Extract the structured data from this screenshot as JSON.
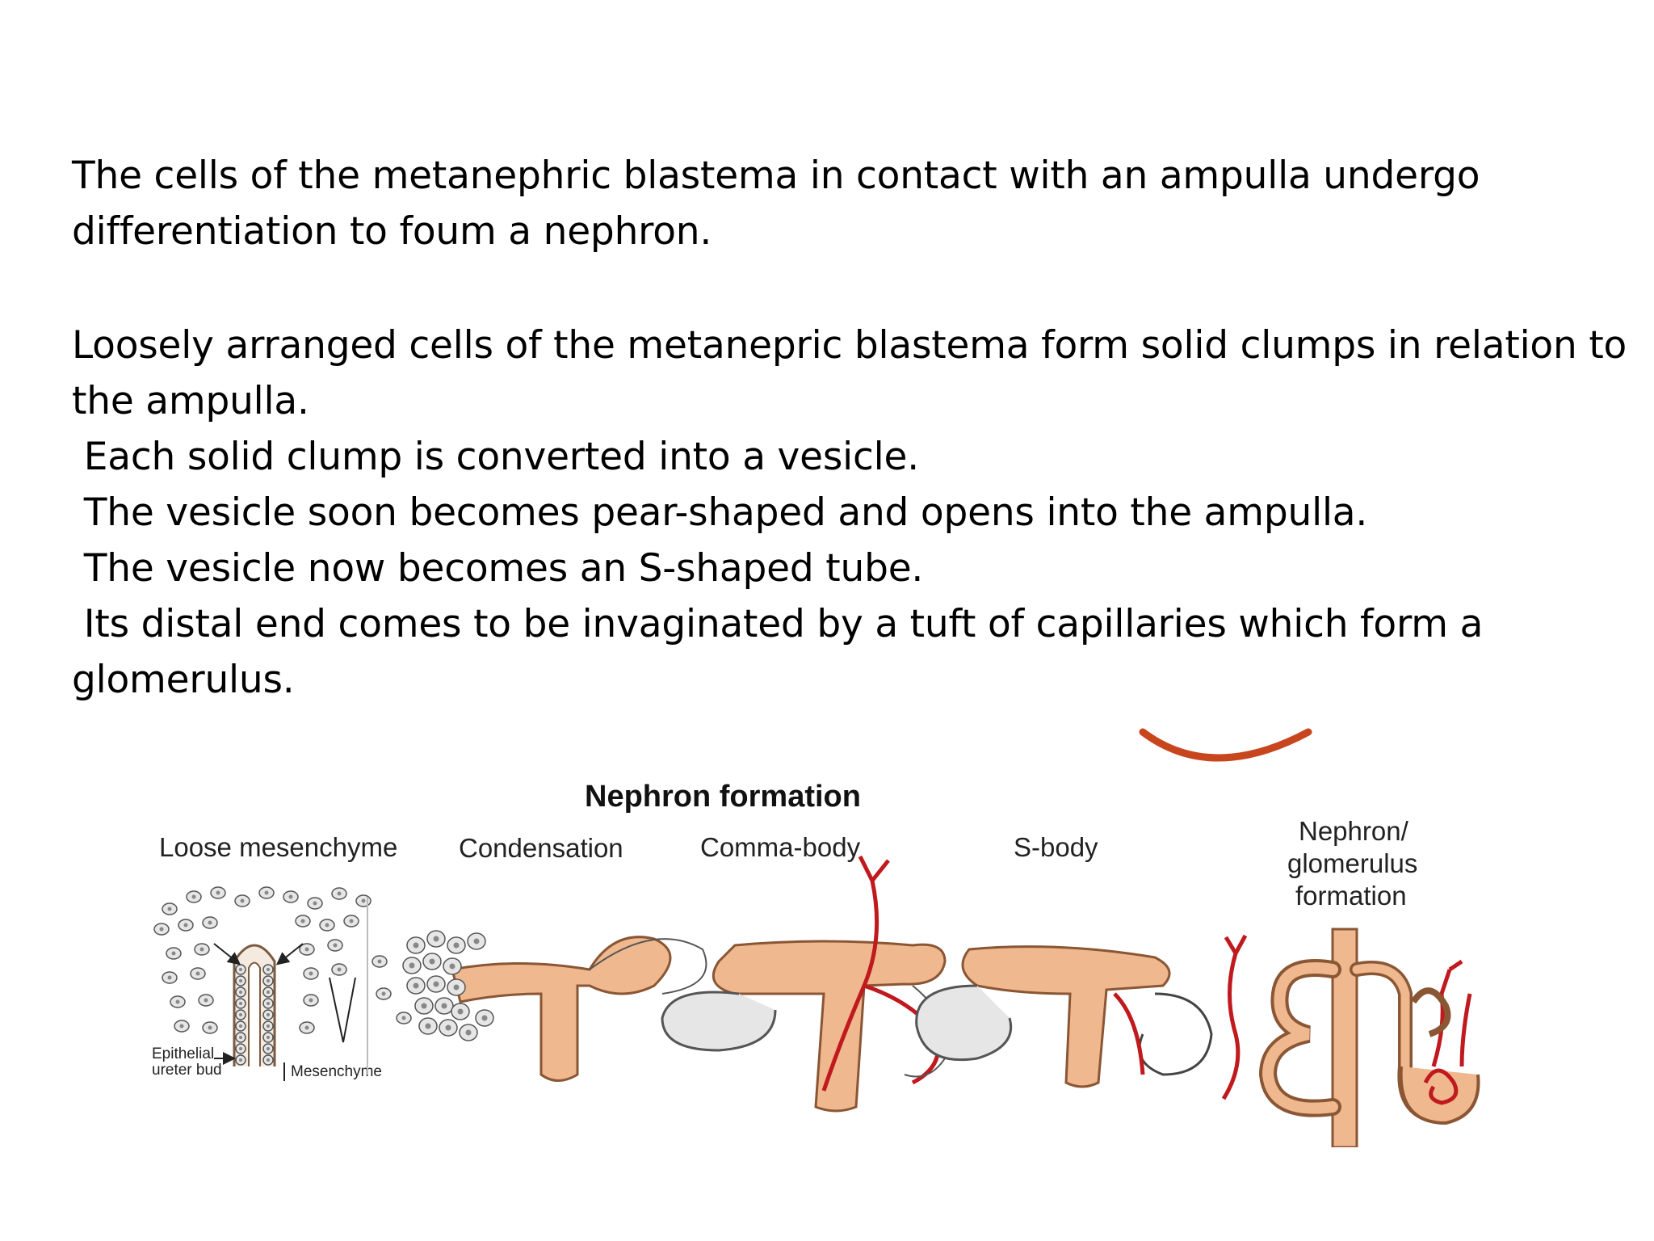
{
  "text": {
    "para1": "The cells of the metanephric blastema in contact with an ampulla undergo\ndifferentiation to foum a nephron.",
    "para2": "Loosely arranged cells of the metanepric blastema form solid clumps in relation to\nthe ampulla.\n Each solid clump is converted into a vesicle.\n The vesicle soon becomes pear-shaped and opens into the ampulla.\n The vesicle now becomes an S-shaped tube.\n Its distal end comes to be invaginated by a tuft of capillaries which form a\nglomerulus."
  },
  "figure": {
    "title": "Nephron formation",
    "stages": {
      "loose": "Loose mesenchyme",
      "condensation": "Condensation",
      "comma": "Comma-body",
      "sbody": "S-body",
      "nephron_1": "Nephron/",
      "nephron_2": "glomerulus",
      "nephron_3": "formation"
    },
    "labels": {
      "epithelial_1": "Epithelial",
      "epithelial_2": "ureter bud",
      "mesenchyme": "Mesenchyme"
    },
    "colors": {
      "tube_fill": "#efb88f",
      "tube_stroke": "#8a5634",
      "vessel": "#c0191e",
      "arc": "#c8461e",
      "cell_fill": "#e6e6e6",
      "cell_stroke": "#555555"
    }
  }
}
